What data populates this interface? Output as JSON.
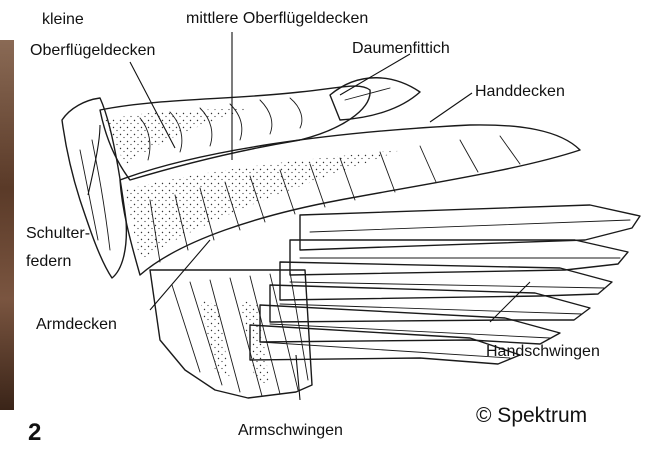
{
  "figure": {
    "number": "2",
    "credit": "© Spektrum",
    "labels": {
      "kleine": "kleine",
      "oberfluegeldecken": "Oberflügeldecken",
      "mittlere": "mittlere Oberflügeldecken",
      "daumenfittich": "Daumenfittich",
      "handdecken": "Handdecken",
      "schulter": "Schulter-",
      "federn": "federn",
      "armdecken": "Armdecken",
      "handschwingen": "Handschwingen",
      "armschwingen": "Armschwingen"
    }
  },
  "colors": {
    "photo_strip": "#6b4a35",
    "ink": "#111111",
    "background": "#ffffff"
  }
}
